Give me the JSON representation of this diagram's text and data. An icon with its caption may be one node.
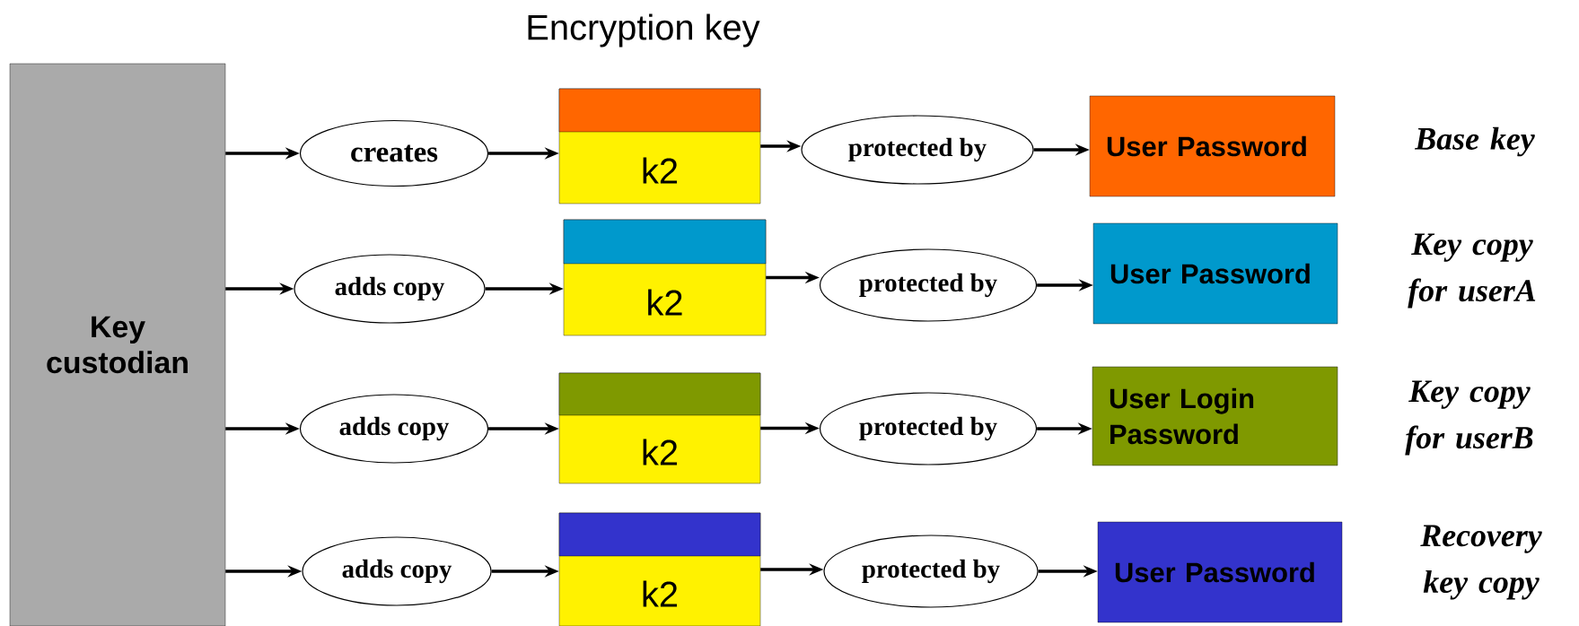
{
  "diagram": {
    "nodes": [
      {
        "text": [
          "Key custodian"
        ]
      },
      {
        "text": [
          "creates"
        ]
      },
      {
        "text": [
          "k2"
        ]
      },
      {
        "text": [
          "protected by"
        ]
      },
      {
        "text": [
          "User Password"
        ],
        "beside": [
          "Base key"
        ]
      },
      {
        "text": [
          "adds copy"
        ]
      },
      {
        "text": [
          "k2"
        ]
      },
      {
        "text": [
          "protected by"
        ]
      },
      {
        "text": [
          "User Password"
        ],
        "beside": [
          "Key copy for userA"
        ]
      },
      {
        "text": [
          "adds copy"
        ]
      },
      {
        "text": [
          "k2"
        ]
      },
      {
        "text": [
          "protected by"
        ]
      },
      {
        "text": [
          "User Login Password"
        ],
        "beside": [
          "Key copy for userB"
        ]
      },
      {
        "text": [
          "adds copy"
        ]
      },
      {
        "text": [
          "k2"
        ]
      },
      {
        "text": [
          "protected by"
        ]
      },
      {
        "text": [
          "User Password"
        ],
        "beside": [
          "Recovery key copy"
        ]
      }
    ],
    "edges": [
      {
        "from": 0,
        "to": 1,
        "arrow": "to"
      },
      {
        "from": 1,
        "to": 2,
        "arrow": "to"
      },
      {
        "from": 2,
        "to": 3,
        "arrow": "to"
      },
      {
        "from": 3,
        "to": 4,
        "arrow": "to"
      },
      {
        "from": 0,
        "to": 5,
        "arrow": "to"
      },
      {
        "from": 5,
        "to": 6,
        "arrow": "to"
      },
      {
        "from": 6,
        "to": 7,
        "arrow": "to"
      },
      {
        "from": 7,
        "to": 8,
        "arrow": "to"
      },
      {
        "from": 0,
        "to": 9,
        "arrow": "to"
      },
      {
        "from": 9,
        "to": 10,
        "arrow": "to"
      },
      {
        "from": 10,
        "to": 11,
        "arrow": "to"
      },
      {
        "from": 11,
        "to": 12,
        "arrow": "to"
      },
      {
        "from": 0,
        "to": 13,
        "arrow": "to"
      },
      {
        "from": 13,
        "to": 14,
        "arrow": "to"
      },
      {
        "from": 14,
        "to": 15,
        "arrow": "to"
      },
      {
        "from": 15,
        "to": 16,
        "arrow": "to"
      }
    ],
    "labels": [
      "Encryption key"
    ]
  }
}
